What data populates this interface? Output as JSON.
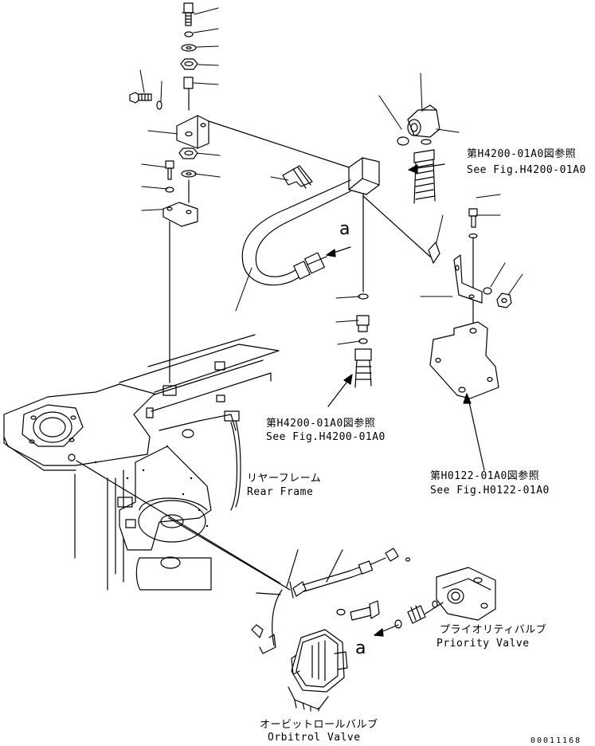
{
  "ref_h4200_top": {
    "jp": "第H4200-01A0図参照",
    "en": "See Fig.H4200-01A0"
  },
  "ref_h4200_mid": {
    "jp": "第H4200-01A0図参照",
    "en": "See Fig.H4200-01A0"
  },
  "ref_h0122": {
    "jp": "第H0122-01A0図参照",
    "en": "See Fig.H0122-01A0"
  },
  "rear_frame": {
    "jp": "リヤーフレーム",
    "en": "Rear Frame"
  },
  "priority_valve": {
    "jp": "プライオリティバルブ",
    "en": "Priority Valve"
  },
  "orbitrol_valve": {
    "jp": "オービットロールバルブ",
    "en": "Orbitrol Valve"
  },
  "view_marker": "a",
  "drawing_code": "00011168"
}
